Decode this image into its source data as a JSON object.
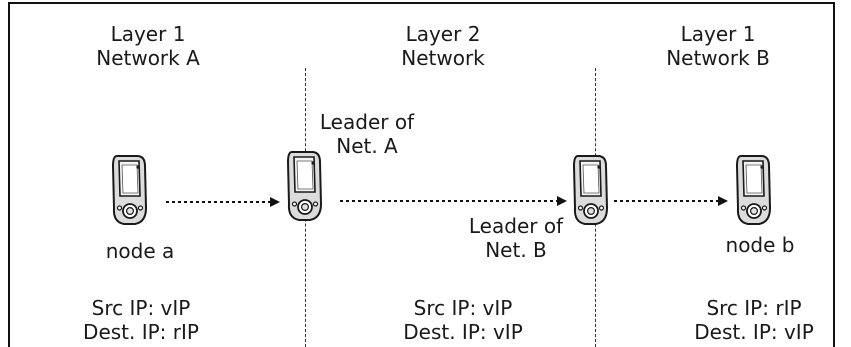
{
  "layers": [
    {
      "line1": "Layer 1",
      "line2": "Network A"
    },
    {
      "line1": "Layer 2",
      "line2": "Network"
    },
    {
      "line1": "Layer 1",
      "line2": "Network B"
    }
  ],
  "nodes": {
    "node_a": {
      "label": "node a"
    },
    "leader_a": {
      "label_line1": "Leader of",
      "label_line2": "Net. A"
    },
    "leader_b": {
      "label_line1": "Leader of",
      "label_line2": "Net. B"
    },
    "node_b": {
      "label": "node b"
    }
  },
  "ip_info": [
    {
      "src": "Src IP: vIP",
      "dest": "Dest. IP: rIP"
    },
    {
      "src": "Src IP: vIP",
      "dest": "Dest. IP: vIP"
    },
    {
      "src": "Src IP: rIP",
      "dest": "Dest. IP: vIP"
    }
  ],
  "colors": {
    "line": "#111111",
    "device_body": "#dcdcdc",
    "device_screen": "#f4f4f4"
  },
  "icons": [
    "phone-icon"
  ]
}
